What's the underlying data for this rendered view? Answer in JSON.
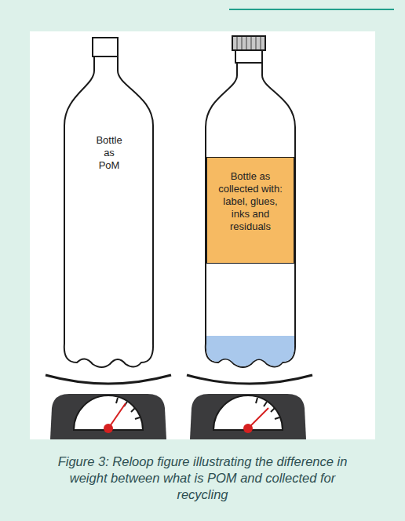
{
  "diagram": {
    "caption": "Figure 3: Reloop figure illustrating the difference in weight between what is POM and collected for recycling",
    "nodes": [
      {
        "text": [
          "Bottle as PoM"
        ]
      },
      {
        "text": [
          "Bottle as collected with: label, glues, inks and residuals"
        ]
      }
    ]
  }
}
